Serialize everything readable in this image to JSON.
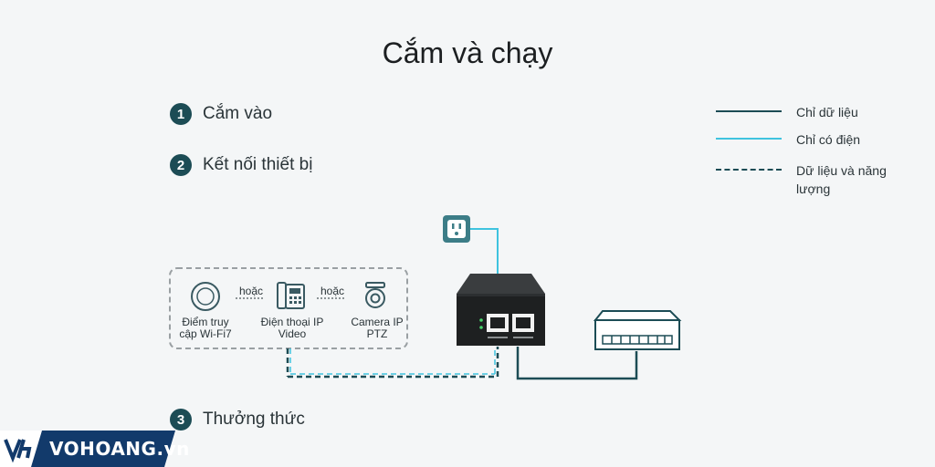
{
  "title": "Cắm và chạy",
  "steps": [
    {
      "num": "1",
      "label": "Cắm vào"
    },
    {
      "num": "2",
      "label": "Kết nối thiết bị"
    },
    {
      "num": "3",
      "label": "Thưởng thức"
    }
  ],
  "legend": [
    {
      "label": "Chỉ dữ liệu",
      "color": "#1c4c55",
      "style": "solid"
    },
    {
      "label": "Chỉ có điện",
      "color": "#3fc3df",
      "style": "solid"
    },
    {
      "label": "Dữ liệu và năng lượng",
      "color": "#1c4c55",
      "style": "dashed"
    }
  ],
  "devices": [
    {
      "label_line1": "Điểm truy",
      "label_line2": "cập Wi-Fi7",
      "icon": "access-point-icon"
    },
    {
      "label_line1": "Điện thoại IP",
      "label_line2": "Video",
      "icon": "ip-phone-icon"
    },
    {
      "label_line1": "Camera IP",
      "label_line2": "PTZ",
      "icon": "ptz-camera-icon"
    }
  ],
  "or_label": "hoặc",
  "brand": {
    "text": "VOHOANG.vn",
    "color": "#123a6b"
  },
  "colors": {
    "data": "#1c4c55",
    "power": "#3fc3df",
    "outlet": "#3c7d87"
  }
}
